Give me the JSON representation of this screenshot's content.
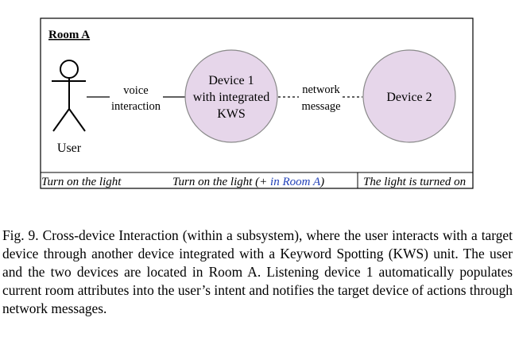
{
  "room": {
    "label": "Room A"
  },
  "user": {
    "label": "User"
  },
  "edge_voice": {
    "line1": "voice",
    "line2": "interaction"
  },
  "device1": {
    "line1": "Device 1",
    "line2": "with integrated",
    "line3": "KWS"
  },
  "edge_network": {
    "line1": "network",
    "line2": "message"
  },
  "device2": {
    "label": "Device 2"
  },
  "steps": {
    "step1": "Turn on the light",
    "step2_prefix": "Turn on the light (+ ",
    "step2_highlight": "in Room A",
    "step2_suffix": ")",
    "step3": "The light is turned on"
  },
  "colors": {
    "node_fill": "#e6d6ea",
    "node_stroke": "#8a8a8a",
    "highlight": "#1f3fb8"
  },
  "caption": "Fig. 9.  Cross-device Interaction (within a subsystem), where the user interacts with a target device through another device integrated with a Keyword Spotting (KWS) unit. The user and the two devices are located in Room A. Listening device 1 automatically populates current room attributes into the user’s intent and notifies the target device of actions through network messages."
}
